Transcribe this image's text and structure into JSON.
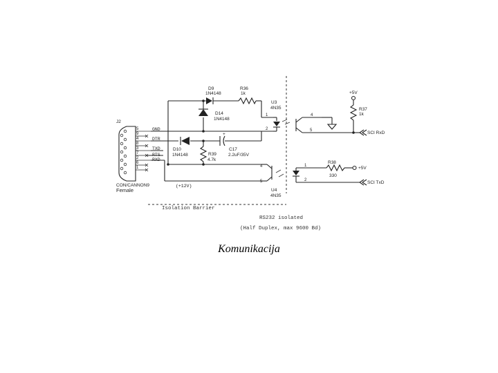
{
  "caption": "Komunikacija",
  "connector": {
    "ref": "J2",
    "type": "CON/CANNON9",
    "gender": "Female",
    "pins": [
      "5",
      "9",
      "4",
      "8",
      "3",
      "7",
      "2",
      "6",
      "1"
    ],
    "signals": [
      "GND",
      "DTR",
      "TXD",
      "RTS",
      "RXD"
    ]
  },
  "components": {
    "d9": {
      "ref": "D9",
      "value": "1N4148"
    },
    "r36": {
      "ref": "R36",
      "value": "1k"
    },
    "d14": {
      "ref": "D14",
      "value": "1N4148"
    },
    "d10": {
      "ref": "D10",
      "value": "1N4148"
    },
    "c17": {
      "ref": "C17",
      "value": "2.2uF/35V"
    },
    "r39": {
      "ref": "R39",
      "value": "4.7k"
    },
    "u3": {
      "ref": "U3",
      "value": "4N35"
    },
    "u4": {
      "ref": "U4",
      "value": "4N35"
    },
    "r37": {
      "ref": "R37",
      "value": "1k"
    },
    "r38": {
      "ref": "R38",
      "value": "330"
    }
  },
  "u3_pins": [
    "1",
    "2",
    "4",
    "5"
  ],
  "u4_pins": [
    "4",
    "5",
    "1",
    "2"
  ],
  "c17_plus": "+",
  "nets": {
    "vcc_top": "+5V",
    "vcc_right": "+5V",
    "sci_rxd": "SCI RxD",
    "sci_txd": "SCI TxD",
    "v12": "(+12V)"
  },
  "isolation_label": "Isolation Barrier",
  "notes": {
    "line1": "RS232 isolated",
    "line2": "(Half Duplex, max 9600 Bd)"
  }
}
